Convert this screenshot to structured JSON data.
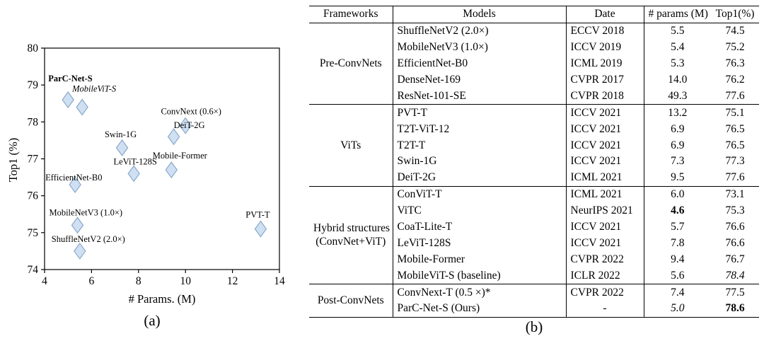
{
  "figure": {
    "caption_a": "(a)",
    "caption_b": "(b)"
  },
  "chart_data": {
    "type": "scatter",
    "title": "",
    "xlabel": "# Params. (M)",
    "ylabel": "Top1 (%)",
    "xlim": [
      4,
      14
    ],
    "ylim": [
      74,
      80
    ],
    "xticks": [
      4,
      6,
      8,
      10,
      12,
      14
    ],
    "yticks": [
      74,
      75,
      76,
      77,
      78,
      79,
      80
    ],
    "grid": false,
    "legend": "none",
    "marker": {
      "shape": "diamond",
      "fill": "#cfe0f3",
      "stroke": "#8aa8c8"
    },
    "points": [
      {
        "label": "ParC-Net-S",
        "x": 5.0,
        "y": 78.6,
        "style": "bold",
        "anchor": "start",
        "dx": -28,
        "dy": -26
      },
      {
        "label": "MobileViT-S",
        "x": 5.6,
        "y": 78.4,
        "style": "italic",
        "anchor": "start",
        "dx": -14,
        "dy": -22
      },
      {
        "label": "ConvNext (0.6×)",
        "x": 10.0,
        "y": 77.9,
        "style": "normal",
        "anchor": "middle",
        "dx": 8,
        "dy": -16
      },
      {
        "label": "DeiT-2G",
        "x": 9.5,
        "y": 77.6,
        "style": "normal",
        "anchor": "middle",
        "dx": 22,
        "dy": -12
      },
      {
        "label": "Swin-1G",
        "x": 7.3,
        "y": 77.3,
        "style": "normal",
        "anchor": "middle",
        "dx": -2,
        "dy": -15
      },
      {
        "label": "Mobile-Former",
        "x": 9.4,
        "y": 76.7,
        "style": "normal",
        "anchor": "middle",
        "dx": 12,
        "dy": -16
      },
      {
        "label": "LeViT-128S",
        "x": 7.8,
        "y": 76.6,
        "style": "normal",
        "anchor": "middle",
        "dx": 2,
        "dy": -13
      },
      {
        "label": "EfficientNet-B0",
        "x": 5.3,
        "y": 76.3,
        "style": "normal",
        "anchor": "start",
        "dx": -42,
        "dy": -6
      },
      {
        "label": "MobileNetV3 (1.0×)",
        "x": 5.4,
        "y": 75.2,
        "style": "normal",
        "anchor": "start",
        "dx": -40,
        "dy": -14
      },
      {
        "label": "ShuffleNetV2 (2.0×)",
        "x": 5.5,
        "y": 74.5,
        "style": "normal",
        "anchor": "start",
        "dx": -40,
        "dy": -13
      },
      {
        "label": "PVT-T",
        "x": 13.2,
        "y": 75.1,
        "style": "normal",
        "anchor": "middle",
        "dx": -4,
        "dy": -16
      }
    ]
  },
  "table": {
    "headers": [
      "Frameworks",
      "Models",
      "Date",
      "# params (M)",
      "Top1(%)"
    ],
    "groups": [
      {
        "framework": "Pre-ConvNets",
        "rows": [
          {
            "model": "ShuffleNetV2 (2.0×)",
            "date": "ECCV 2018",
            "params": "5.5",
            "top1": "74.5"
          },
          {
            "model": "MobileNetV3 (1.0×)",
            "date": "ICCV 2019",
            "params": "5.4",
            "top1": "75.2"
          },
          {
            "model": "EfficientNet-B0",
            "date": "ICML 2019",
            "params": "5.3",
            "top1": "76.3"
          },
          {
            "model": "DenseNet-169",
            "date": "CVPR 2017",
            "params": "14.0",
            "top1": "76.2"
          },
          {
            "model": "ResNet-101-SE",
            "date": "CVPR 2018",
            "params": "49.3",
            "top1": "77.6"
          }
        ]
      },
      {
        "framework": "ViTs",
        "rows": [
          {
            "model": "PVT-T",
            "date": "ICCV 2021",
            "params": "13.2",
            "top1": "75.1"
          },
          {
            "model": "T2T-ViT-12",
            "date": "ICCV 2021",
            "params": "6.9",
            "top1": "76.5"
          },
          {
            "model": "T2T-T",
            "date": "ICCV 2021",
            "params": "6.9",
            "top1": "76.5"
          },
          {
            "model": "Swin-1G",
            "date": "ICCV 2021",
            "params": "7.3",
            "top1": "77.3"
          },
          {
            "model": "DeiT-2G",
            "date": "ICML 2021",
            "params": "9.5",
            "top1": "77.6"
          }
        ]
      },
      {
        "framework": "Hybrid structures (ConvNet+ViT)",
        "framework_lines": [
          "Hybrid structures",
          "(ConvNet+ViT)"
        ],
        "rows": [
          {
            "model": "ConViT-T",
            "date": "ICML 2021",
            "params": "6.0",
            "top1": "73.1"
          },
          {
            "model": "ViTC",
            "date": "NeurIPS 2021",
            "params": "4.6",
            "top1": "75.3",
            "params_style": "bold"
          },
          {
            "model": "CoaT-Lite-T",
            "date": "ICCV 2021",
            "params": "5.7",
            "top1": "76.6"
          },
          {
            "model": "LeViT-128S",
            "date": "ICCV 2021",
            "params": "7.8",
            "top1": "76.6"
          },
          {
            "model": "Mobile-Former",
            "date": "CVPR 2022",
            "params": "9.4",
            "top1": "76.7"
          },
          {
            "model": "MobileViT-S (baseline)",
            "date": "ICLR 2022",
            "params": "5.6",
            "top1": "78.4",
            "top1_style": "italic"
          }
        ]
      },
      {
        "framework": "Post-ConvNets",
        "rows": [
          {
            "model": "ConvNext-T (0.5 ×)*",
            "date": "CVPR 2022",
            "params": "7.4",
            "top1": "77.5"
          },
          {
            "model": "ParC-Net-S  (Ours)",
            "date": "-",
            "params": "5.0",
            "top1": "78.6",
            "date_style": "center",
            "params_style": "italic",
            "top1_style": "bold"
          }
        ]
      }
    ]
  }
}
